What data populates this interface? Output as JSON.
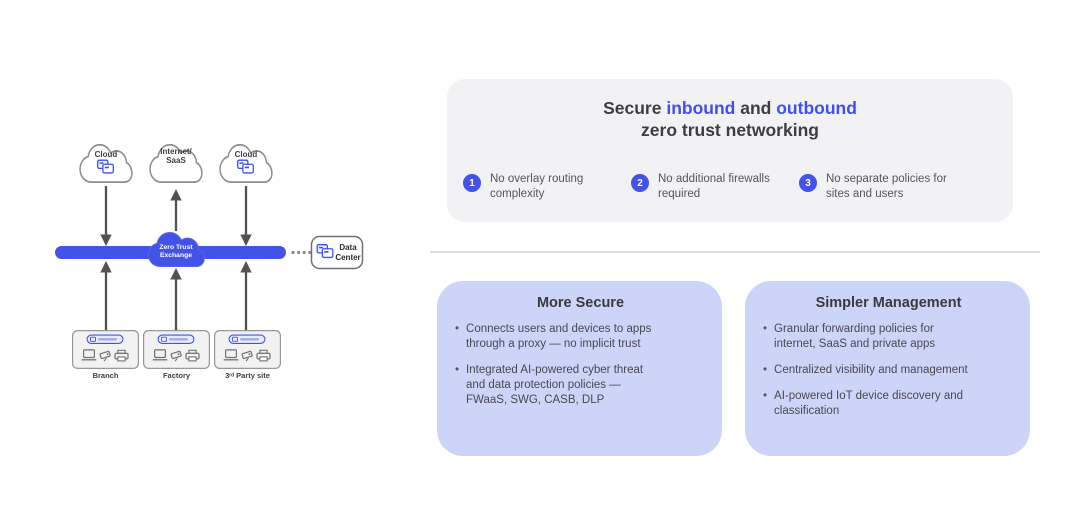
{
  "colors": {
    "accent_blue": "#4353e8",
    "title_blue": "#3d4ef2",
    "panel_gray": "#f2f2f4",
    "card_purple": "#ccd4f8",
    "arrow_gray": "#515156"
  },
  "diagram": {
    "clouds": [
      {
        "label": "Cloud"
      },
      {
        "label": "Internet/\nSaaS"
      },
      {
        "label": "Cloud"
      }
    ],
    "exchange_label": "Zero Trust\nExchange",
    "data_center_label": "Data\nCenter",
    "sites": [
      {
        "label": "Branch"
      },
      {
        "label": "Factory"
      },
      {
        "label": "3ʳᵈ Party site"
      }
    ]
  },
  "top_panel": {
    "title": {
      "seg1": "Secure",
      "seg2": "inbound",
      "seg3": "and",
      "seg4": "outbound",
      "line2": "zero trust networking"
    },
    "items": [
      {
        "number": "1",
        "text": "No overlay routing\ncomplexity"
      },
      {
        "number": "2",
        "text": "No additional firewalls\nrequired"
      },
      {
        "number": "3",
        "text": "No separate policies for\nsites and users"
      }
    ]
  },
  "cards": [
    {
      "title": "More Secure",
      "bullets": [
        "Connects users and devices to apps\nthrough a proxy — no implicit trust",
        "Integrated AI-powered cyber threat\nand data protection policies —\nFWaaS, SWG, CASB, DLP"
      ]
    },
    {
      "title": "Simpler Management",
      "bullets": [
        "Granular forwarding policies for\ninternet, SaaS and private apps",
        "Centralized visibility and management",
        "AI-powered IoT device discovery and\nclassification"
      ]
    }
  ]
}
